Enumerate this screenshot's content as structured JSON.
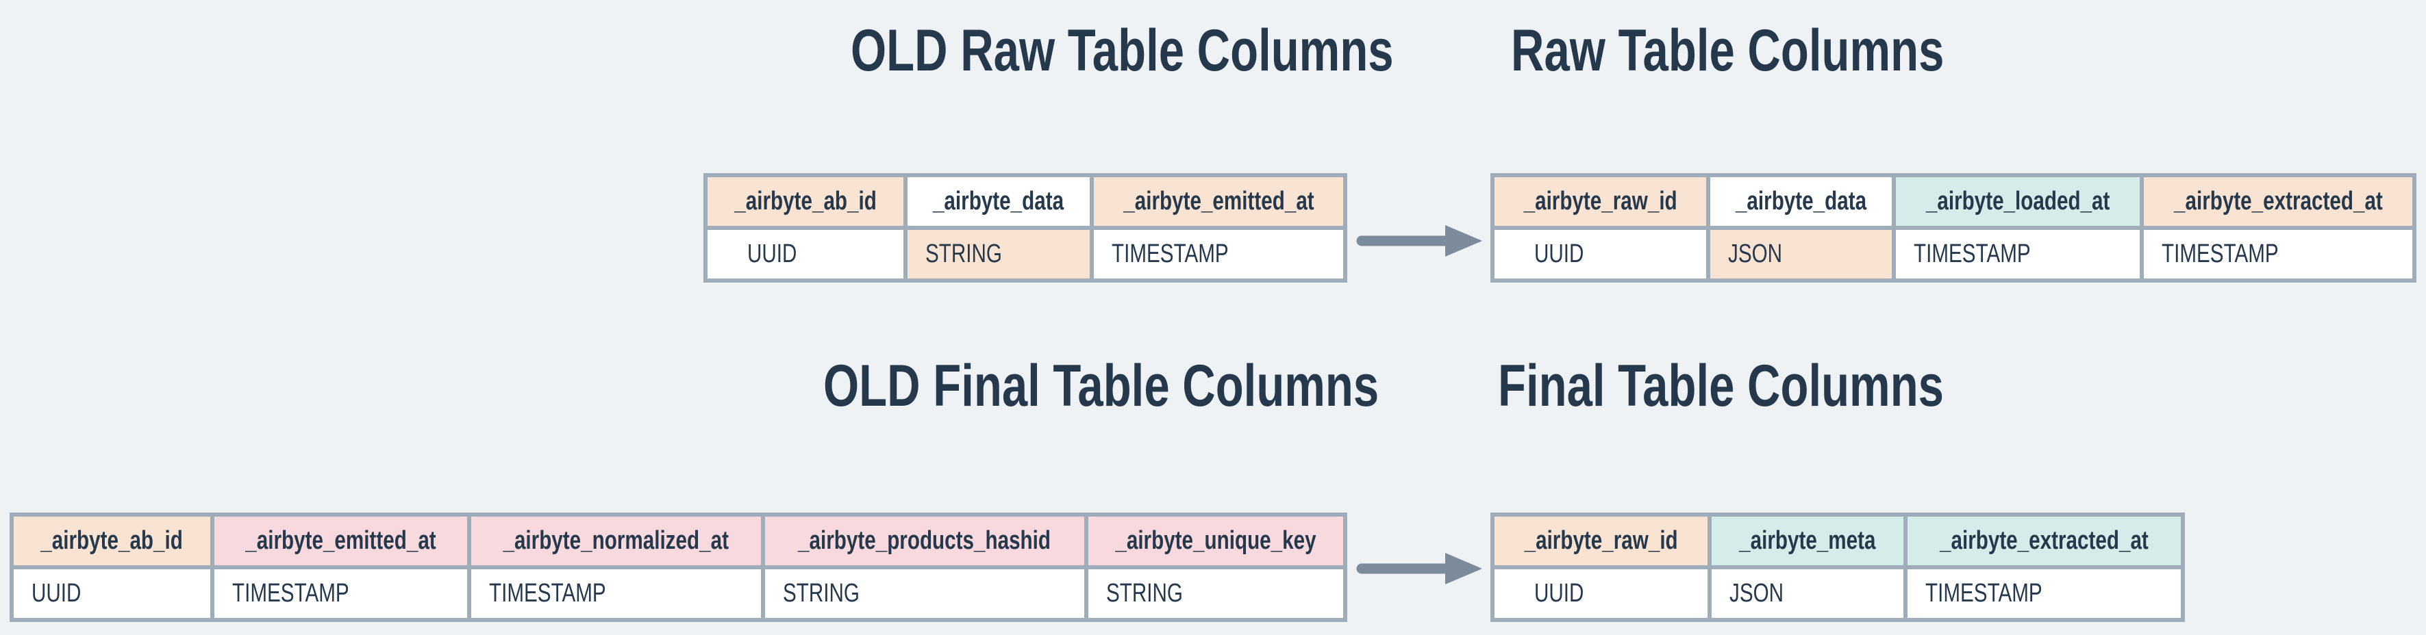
{
  "colors": {
    "background": "#eef2f5",
    "border": "#9fadbb",
    "text": "#26394c",
    "arrow": "#7b8b9b",
    "peach": "#f9e3d2",
    "pink": "#f8d9de",
    "teal": "#d6ecea",
    "white": "#ffffff"
  },
  "titles": {
    "old_raw": "OLD Raw Table Columns",
    "raw": "Raw Table Columns",
    "old_final": "OLD Final Table Columns",
    "final": "Final Table Columns"
  },
  "tables": {
    "old_raw": {
      "columns": [
        {
          "name": "_airbyte_ab_id",
          "type": "UUID",
          "header_bg": "peach",
          "value_bg": "white"
        },
        {
          "name": "_airbyte_data",
          "type": "STRING",
          "header_bg": "white",
          "value_bg": "peach"
        },
        {
          "name": "_airbyte_emitted_at",
          "type": "TIMESTAMP",
          "header_bg": "peach",
          "value_bg": "white"
        }
      ]
    },
    "raw": {
      "columns": [
        {
          "name": "_airbyte_raw_id",
          "type": "UUID",
          "header_bg": "peach",
          "value_bg": "white"
        },
        {
          "name": "_airbyte_data",
          "type": "JSON",
          "header_bg": "white",
          "value_bg": "peach"
        },
        {
          "name": "_airbyte_loaded_at",
          "type": "TIMESTAMP",
          "header_bg": "teal",
          "value_bg": "white"
        },
        {
          "name": "_airbyte_extracted_at",
          "type": "TIMESTAMP",
          "header_bg": "peach",
          "value_bg": "white"
        }
      ]
    },
    "old_final": {
      "columns": [
        {
          "name": "_airbyte_ab_id",
          "type": "UUID",
          "header_bg": "peach",
          "value_bg": "white"
        },
        {
          "name": "_airbyte_emitted_at",
          "type": "TIMESTAMP",
          "header_bg": "pink",
          "value_bg": "white"
        },
        {
          "name": "_airbyte_normalized_at",
          "type": "TIMESTAMP",
          "header_bg": "pink",
          "value_bg": "white"
        },
        {
          "name": "_airbyte_products_hashid",
          "type": "STRING",
          "header_bg": "pink",
          "value_bg": "white"
        },
        {
          "name": "_airbyte_unique_key",
          "type": "STRING",
          "header_bg": "pink",
          "value_bg": "white"
        }
      ]
    },
    "final": {
      "columns": [
        {
          "name": "_airbyte_raw_id",
          "type": "UUID",
          "header_bg": "peach",
          "value_bg": "white"
        },
        {
          "name": "_airbyte_meta",
          "type": "JSON",
          "header_bg": "teal",
          "value_bg": "white"
        },
        {
          "name": "_airbyte_extracted_at",
          "type": "TIMESTAMP",
          "header_bg": "teal",
          "value_bg": "white"
        }
      ]
    }
  }
}
